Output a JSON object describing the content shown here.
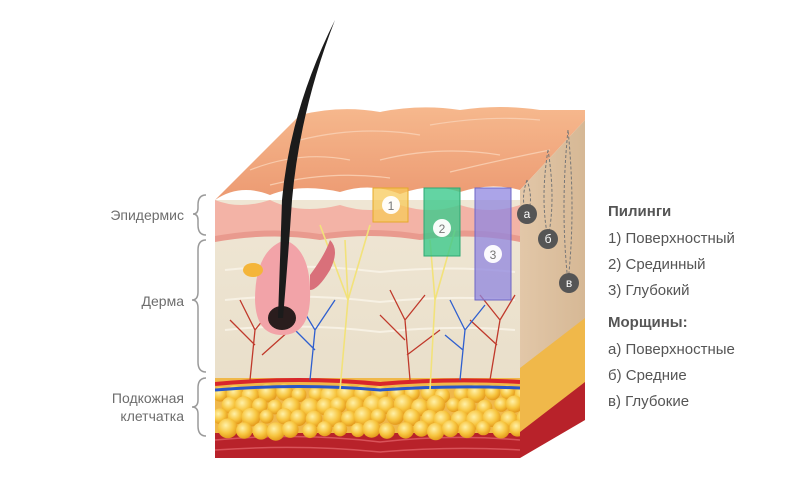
{
  "layers": {
    "epidermis": "Эпидермис",
    "dermis": "Дерма",
    "subcutis_line1": "Подкожная",
    "subcutis_line2": "клетчатка"
  },
  "peel_markers": [
    "1",
    "2",
    "3"
  ],
  "wrinkle_markers": [
    "а",
    "б",
    "в"
  ],
  "legend": {
    "peels_title": "Пилинги",
    "peels": [
      "1) Поверхностный",
      "2) Срединный",
      "3) Глубокий"
    ],
    "wrinkles_title": "Морщины:",
    "wrinkles": [
      "а) Поверхностные",
      "б) Средние",
      "в) Глубокие"
    ]
  },
  "colors": {
    "skin_surface": "#f0a47c",
    "epidermis": "#f3b3a6",
    "dermis": "#ede4d0",
    "fat": "#f6c03a",
    "muscle": "#b8222a",
    "hair": "#1b1b1b",
    "peel_1": "#f7c95a",
    "peel_2": "#3cc98c",
    "peel_3": "#8f86e0",
    "marker_dark": "#555555",
    "bracket": "#9a9a9a"
  }
}
